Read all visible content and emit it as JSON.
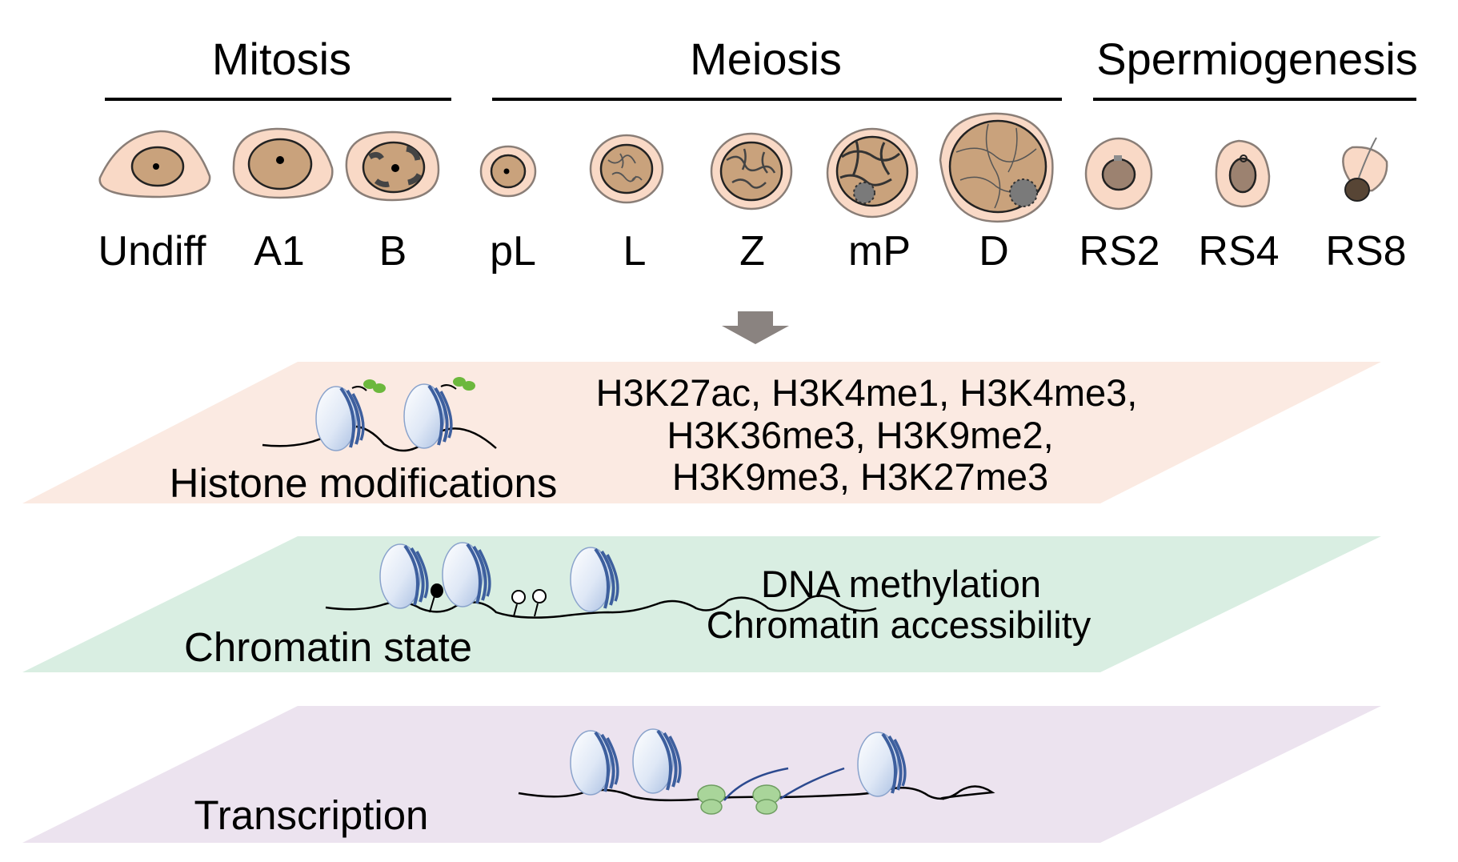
{
  "phases": [
    {
      "id": "mitosis",
      "label": "Mitosis"
    },
    {
      "id": "meiosis",
      "label": "Meiosis"
    },
    {
      "id": "spermiogenesis",
      "label": "Spermiogenesis"
    }
  ],
  "stages": [
    "Undiff",
    "A1",
    "B",
    "pL",
    "L",
    "Z",
    "mP",
    "D",
    "RS2",
    "RS4",
    "RS8"
  ],
  "layers": {
    "histone": {
      "title": "Histone modifications",
      "marks": [
        "H3K27ac, H3K4me1, H3K4me3,",
        "H3K36me3, H3K9me2,",
        "H3K9me3, H3K27me3"
      ],
      "color": "#fbeae2"
    },
    "chromatin": {
      "title": "Chromatin state",
      "marks": [
        "DNA methylation",
        "Chromatin accessibility"
      ],
      "color": "#d9eee2"
    },
    "transcription": {
      "title": "Transcription",
      "color": "#ece3ef"
    }
  },
  "colors": {
    "cytoplasm": "#f9d9c6",
    "nucleus": "#c9a27c",
    "chromatin_dark": "#555555",
    "nucleosome": "#4e7cc2",
    "histone_mark": "#6cb83d",
    "polymerase": "#a9d59a",
    "rna": "#2c4a8f",
    "arrow": "#8a8380"
  },
  "icons": [
    "down-arrow-icon",
    "nucleosome-icon",
    "histone-mark-icon",
    "methyl-group-icon",
    "rna-polymerase-icon"
  ]
}
